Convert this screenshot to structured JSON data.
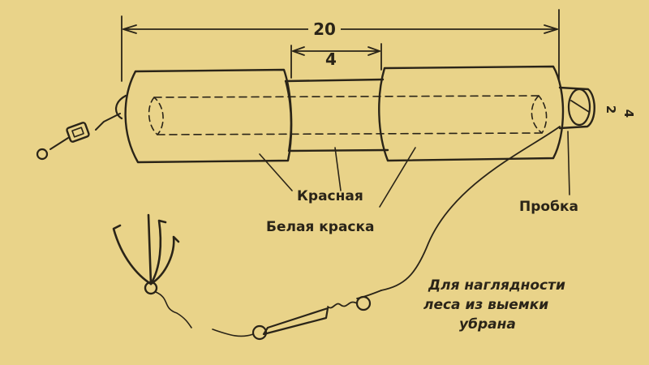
{
  "dimensions": {
    "overall_length": "20",
    "middle_length": "4",
    "plug_small": "2",
    "plug_large": "4"
  },
  "labels": {
    "red": "Красная",
    "white_paint": "Белая краска",
    "plug": "Пробка"
  },
  "note": {
    "line1": "Для наглядности",
    "line2": "леса из выемки",
    "line3": "убрана"
  },
  "colors": {
    "ink": "#2a2418",
    "paper": "#e9d389"
  }
}
